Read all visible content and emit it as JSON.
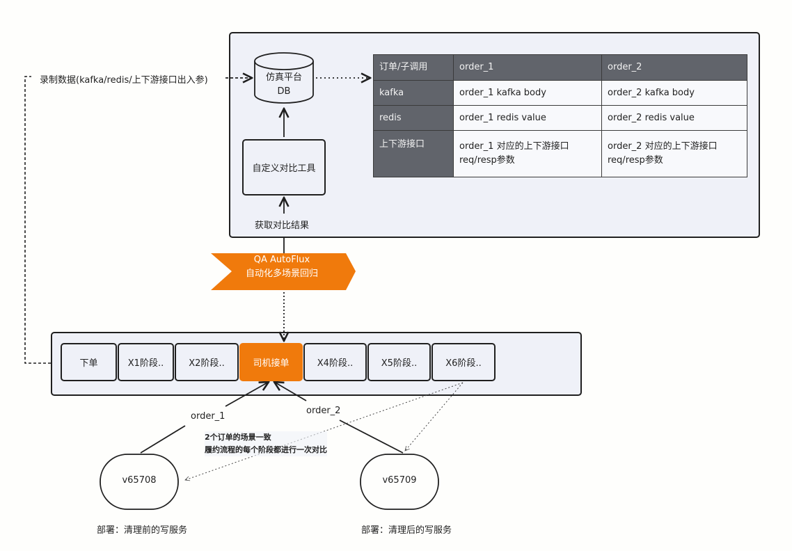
{
  "colors": {
    "accent": "#f07a0c",
    "panel_bg": "#eff1f8",
    "table_header_bg": "#61646b"
  },
  "top_panel": {
    "record_label": "录制数据(kafka/redis/上下游接口出入参)",
    "db": {
      "line1": "仿真平台",
      "line2": "DB"
    },
    "compare_tool": "自定义对比工具",
    "get_result_label": "获取对比结果",
    "table": {
      "header": [
        "订单/子调用",
        "order_1",
        "order_2"
      ],
      "rows": [
        {
          "name": "kafka",
          "order_1": "order_1 kafka body",
          "order_2": "order_2 kafka body"
        },
        {
          "name": "redis",
          "order_1": "order_1 redis value",
          "order_2": "order_2 redis value"
        },
        {
          "name": "上下游接口",
          "order_1": "order_1 对应的上下游接口req/resp参数",
          "order_2": "order_2 对应的上下游接口req/resp参数"
        }
      ]
    }
  },
  "autoflux": {
    "line1": "QA AutoFlux",
    "line2": "自动化多场景回归"
  },
  "stages": [
    {
      "label": "下单",
      "active": false
    },
    {
      "label": "X1阶段..",
      "active": false
    },
    {
      "label": "X2阶段..",
      "active": false
    },
    {
      "label": "司机接单",
      "active": true
    },
    {
      "label": "X4阶段..",
      "active": false
    },
    {
      "label": "X5阶段..",
      "active": false
    },
    {
      "label": "X6阶段..",
      "active": false
    }
  ],
  "orders": {
    "order_1": "order_1",
    "order_2": "order_2"
  },
  "note": {
    "line1": "2个订单的场景一致",
    "line2": "履约流程的每个阶段都进行一次对比"
  },
  "services": [
    {
      "name": "v65708",
      "deploy": "部署：清理前的写服务"
    },
    {
      "name": "v65709",
      "deploy": "部署：清理后的写服务"
    }
  ]
}
